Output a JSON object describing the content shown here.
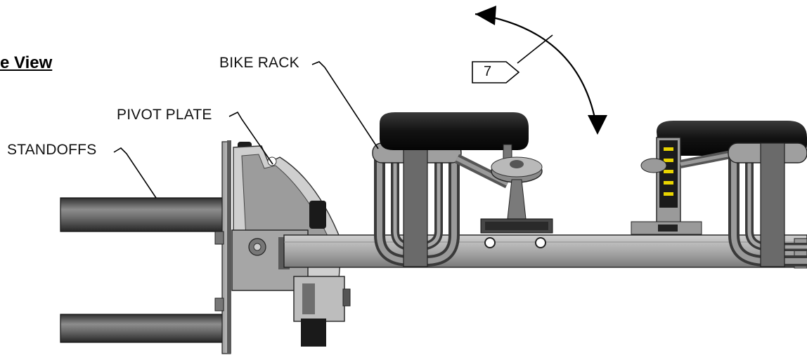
{
  "title": "e View",
  "callouts": {
    "bike_rack": "BIKE RACK",
    "pivot_plate": "PIVOT PLATE",
    "standoffs": "STANDOFFS"
  },
  "step_tag": "7",
  "rotation_arrow_icon": "double-headed-curved-arrow-icon",
  "colors": {
    "steel_dark": "#4a4a4a",
    "steel_mid": "#8a8a8a",
    "steel_light": "#c9c9c9",
    "foam_black": "#161616",
    "indicator_yellow": "#e8d400"
  }
}
